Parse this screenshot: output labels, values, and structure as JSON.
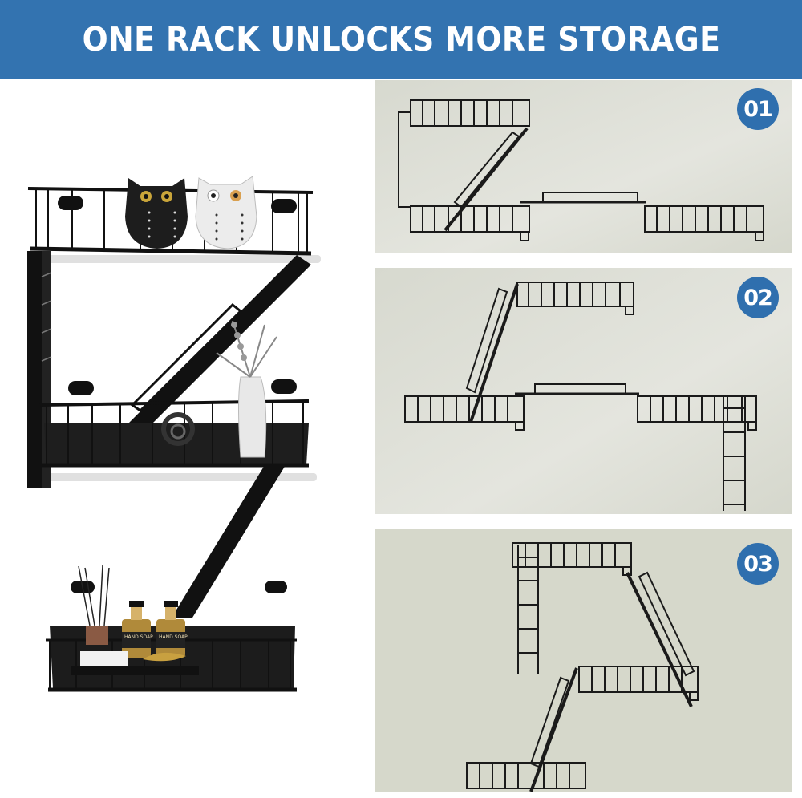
{
  "header": {
    "title": "ONE RACK UNLOCKS MORE STORAGE",
    "background_color": "#3373b0",
    "text_color": "#ffffff"
  },
  "product_photo": {
    "description": "Z-shaped black wall-mounted rack with three wire-basket shelves",
    "shelves": [
      {
        "position": "top",
        "items": [
          "black owl figurine",
          "white owl figurine"
        ]
      },
      {
        "position": "middle",
        "items": [
          "dried flower stems",
          "white vase",
          "swirl glass ornament"
        ]
      },
      {
        "position": "bottom",
        "items": [
          "reed diffuser",
          "hand soap bottle",
          "hand soap bottle",
          "towel tray",
          "gold soap dish"
        ]
      }
    ],
    "bottle_labels": [
      "HAND SOAP",
      "HAND SOAP"
    ]
  },
  "configurations": [
    {
      "badge": "01",
      "description": "Two-tier left stack with diagonal ladder plus separate bridge shelf to right"
    },
    {
      "badge": "02",
      "description": "Top shelf with slanted ladder, long bridge shelf, vertical ladder hanging right"
    },
    {
      "badge": "03",
      "description": "Staircase layout: top shelf with vertical ladder, two descending shelves with diagonal ladders"
    }
  ],
  "colors": {
    "badge": "#2f6fae",
    "panel_background": "#d6d8cb",
    "rack": "#1a1a1a"
  }
}
